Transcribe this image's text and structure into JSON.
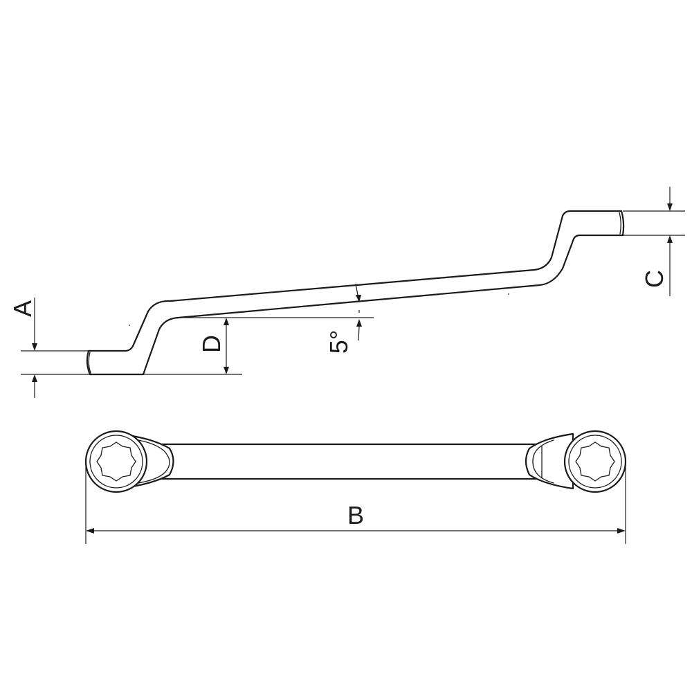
{
  "labels": {
    "a": "A",
    "b": "B",
    "c": "C",
    "d": "D",
    "angle": "5°"
  },
  "colors": {
    "line": "#1a1a1a",
    "background": "#ffffff"
  }
}
